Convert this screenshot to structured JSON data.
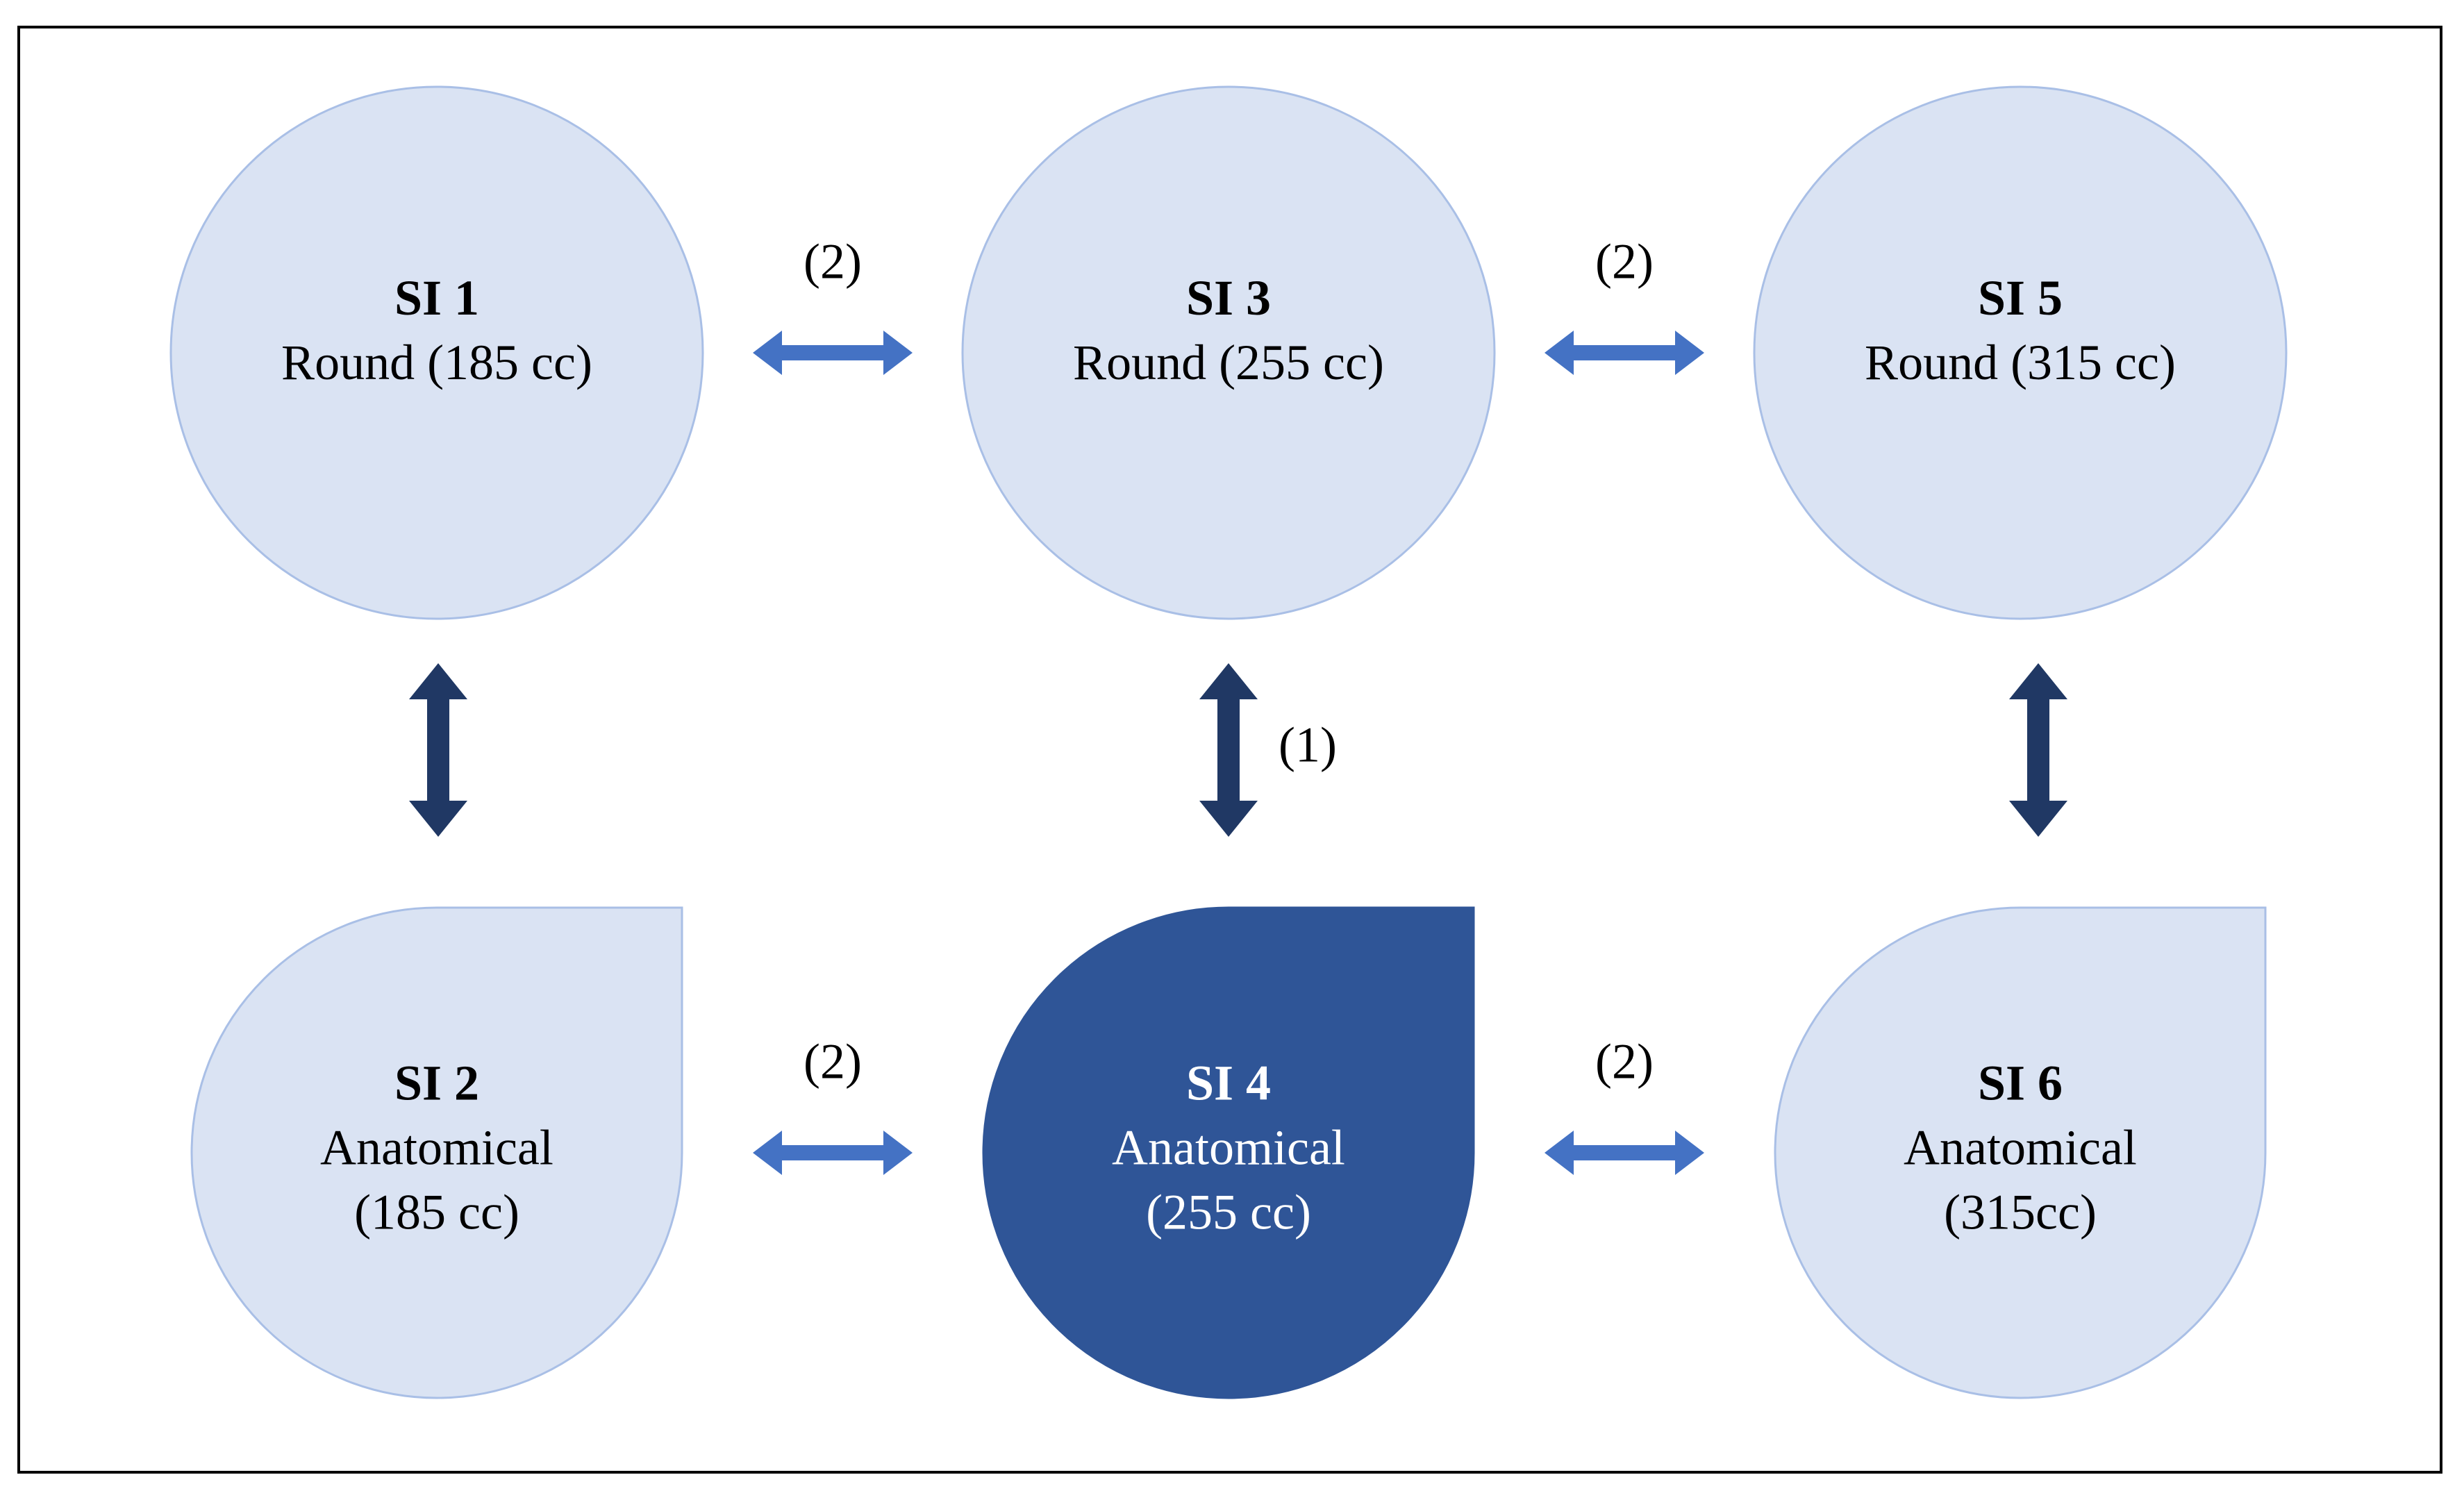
{
  "nodes": [
    {
      "id": "si1",
      "shape": "round",
      "title": "SI 1",
      "lines": [
        "Round (185 cc)"
      ]
    },
    {
      "id": "si2",
      "shape": "anatomical",
      "title": "SI 2",
      "lines": [
        "Anatomical",
        "(185 cc)"
      ]
    },
    {
      "id": "si3",
      "shape": "round",
      "title": "SI 3",
      "lines": [
        "Round (255 cc)"
      ]
    },
    {
      "id": "si4",
      "shape": "anatomical",
      "title": "SI 4",
      "lines": [
        "Anatomical",
        "(255 cc)"
      ],
      "highlighted": true
    },
    {
      "id": "si5",
      "shape": "round",
      "title": "SI 5",
      "lines": [
        "Round (315 cc)"
      ]
    },
    {
      "id": "si6",
      "shape": "anatomical",
      "title": "SI 6",
      "lines": [
        "Anatomical",
        "(315cc)"
      ]
    }
  ],
  "edges": [
    {
      "from": "si1",
      "to": "si3",
      "label": "(2)",
      "style": "horizontal"
    },
    {
      "from": "si3",
      "to": "si5",
      "label": "(2)",
      "style": "horizontal"
    },
    {
      "from": "si2",
      "to": "si4",
      "label": "(2)",
      "style": "horizontal"
    },
    {
      "from": "si4",
      "to": "si6",
      "label": "(2)",
      "style": "horizontal"
    },
    {
      "from": "si1",
      "to": "si2",
      "label": "",
      "style": "vertical"
    },
    {
      "from": "si3",
      "to": "si4",
      "label": "(1)",
      "style": "vertical"
    },
    {
      "from": "si5",
      "to": "si6",
      "label": "",
      "style": "vertical"
    }
  ],
  "colors": {
    "shape_fill": "#dae3f3",
    "shape_stroke": "#a9bfe6",
    "highlight_fill": "#2f5597",
    "highlight_text": "#ffffff",
    "text": "#000000",
    "horizontal_arrow": "#4472c4",
    "vertical_arrow": "#203864",
    "frame": "#000000"
  }
}
